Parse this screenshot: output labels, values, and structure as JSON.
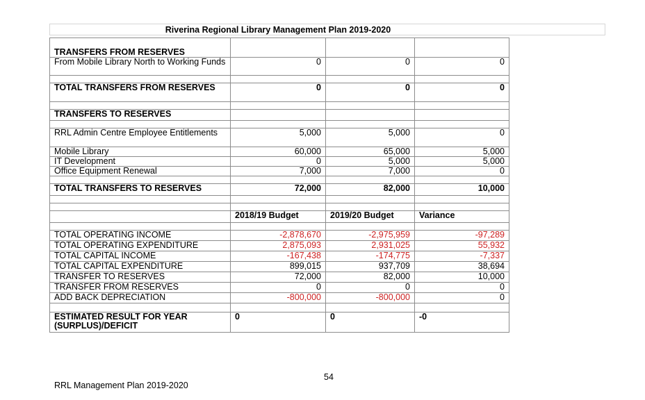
{
  "document": {
    "title": "Riverina Regional Library Management Plan 2019-2020",
    "page_number": "54",
    "footer": "RRL Management Plan 2019-2020"
  },
  "transfers_from": {
    "heading": "TRANSFERS FROM RESERVES",
    "rows": [
      {
        "label": "From Mobile Library North to Working Funds",
        "c1": "0",
        "c2": "0",
        "c3": "0"
      }
    ],
    "total": {
      "label": "TOTAL TRANSFERS FROM RESERVES",
      "c1": "0",
      "c2": "0",
      "c3": "0"
    }
  },
  "transfers_to": {
    "heading": "TRANSFERS TO RESERVES",
    "rows": [
      {
        "label": "RRL Admin Centre Employee Entitlements",
        "c1": "5,000",
        "c2": "5,000",
        "c3": "0"
      },
      {
        "label": "Mobile Library",
        "c1": "60,000",
        "c2": "65,000",
        "c3": "5,000"
      },
      {
        "label": "IT Development",
        "c1": "0",
        "c2": "5,000",
        "c3": "5,000"
      },
      {
        "label": "Office Equipment Renewal",
        "c1": "7,000",
        "c2": "7,000",
        "c3": "0"
      }
    ],
    "total": {
      "label": "TOTAL TRANSFERS TO RESERVES",
      "c1": "72,000",
      "c2": "82,000",
      "c3": "10,000"
    }
  },
  "summary": {
    "headers": [
      "2018/19 Budget",
      "2019/20 Budget",
      "Variance"
    ],
    "rows": [
      {
        "label": "TOTAL OPERATING INCOME",
        "c1": "-2,878,670",
        "c2": "-2,975,959",
        "c3": "-97,289"
      },
      {
        "label": "TOTAL OPERATING EXPENDITURE",
        "c1": "2,875,093",
        "c2": "2,931,025",
        "c3": "55,932"
      },
      {
        "label": "TOTAL CAPITAL INCOME",
        "c1": "-167,438",
        "c2": "-174,775",
        "c3": "-7,337"
      },
      {
        "label": "TOTAL CAPITAL EXPENDITURE",
        "c1": "899,015",
        "c2": "937,709",
        "c3": "38,694"
      },
      {
        "label": "TRANSFER TO RESERVES",
        "c1": "72,000",
        "c2": "82,000",
        "c3": "10,000"
      },
      {
        "label": "TRANSFER FROM RESERVES",
        "c1": "0",
        "c2": "0",
        "c3": "0"
      },
      {
        "label": "ADD BACK DEPRECIATION",
        "c1": "-800,000",
        "c2": "-800,000",
        "c3": "0"
      }
    ],
    "result": {
      "label": "ESTIMATED RESULT FOR YEAR (SURPLUS)/DEFICIT",
      "c1": "0",
      "c2": "0",
      "c3": "-0"
    }
  },
  "colors": {
    "negative": "#cc2222",
    "text": "#000000",
    "border": "#8c8c8c"
  }
}
